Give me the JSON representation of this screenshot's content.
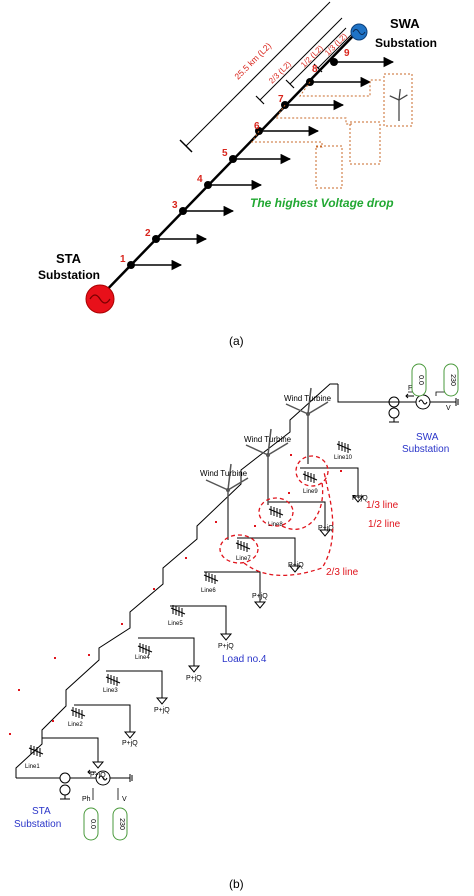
{
  "panel_a": {
    "label": "(a)",
    "sta_substation": [
      "STA",
      "Substation"
    ],
    "swa_substation": [
      "SWA",
      "Substation"
    ],
    "bus_numbers": [
      "1",
      "2",
      "3",
      "4",
      "5",
      "6",
      "7",
      "8",
      "9"
    ],
    "distances": [
      "25.5 km (L2)",
      "2/3 (L2)",
      "1/2 (L2)",
      "1/3 (L2)"
    ],
    "highlight_text": "The highest Voltage drop",
    "colors": {
      "line": "#000000",
      "sta_source": "#e8101a",
      "swa_source": "#1f73c6",
      "distance": "#d9251c",
      "highlight": "#21a832",
      "turbine_box": "#c8692a"
    }
  },
  "panel_b": {
    "label": "(b)",
    "wind_turbines": [
      "Wind Turbine",
      "Wind Turbine",
      "Wind Turbine"
    ],
    "line_labels": [
      "Line1",
      "Line2",
      "Line3",
      "Line4",
      "Line5",
      "Line6",
      "Line7",
      "Line8",
      "Line9",
      "Line10"
    ],
    "load_label": "P+jQ",
    "load_annotation": "Load no.4",
    "fraction_labels": [
      "1/3 line",
      "1/2 line",
      "2/3 line"
    ],
    "sta_substation": [
      "STA",
      "Substation"
    ],
    "swa_substation": [
      "SWA",
      "Substation"
    ],
    "source_values": {
      "sta_ph": "0.0",
      "sta_v": "230",
      "swa_ph": "0.0",
      "swa_v": "230"
    },
    "source_pins": {
      "ph": "Ph",
      "v": "V"
    },
    "colors": {
      "substation_text": "#2a35c9",
      "fraction_text": "#e0141c",
      "dashed": "#e0141c",
      "value_pill": "#4a9a3c"
    }
  }
}
